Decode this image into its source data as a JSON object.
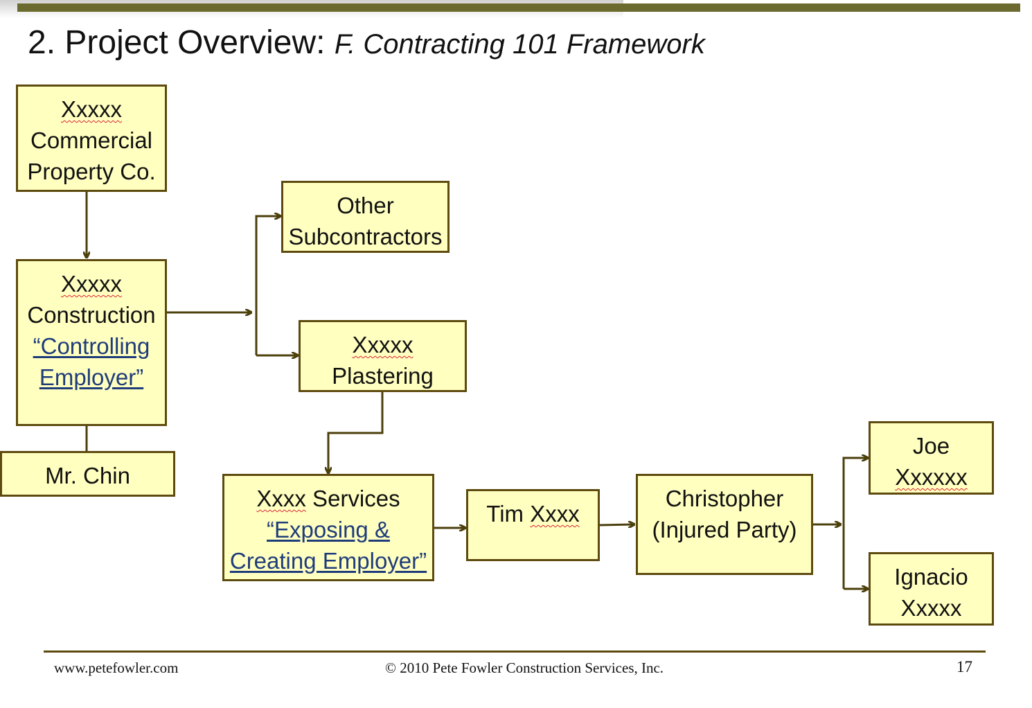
{
  "slide": {
    "title": "2. Project Overview:",
    "subtitle": "F.  Contracting 101 Framework",
    "footer_left": "www.petefowler.com",
    "footer_center": "© 2010 Pete Fowler Construction Services, Inc.",
    "page_number": "17"
  },
  "colors": {
    "box_fill": "#ffffc0",
    "box_border": "#5d4a0e",
    "arrow": "#4b3f0b",
    "link_text": "#1f3c7a",
    "top_bar": "#6b6a2f"
  },
  "nodes": {
    "owner": {
      "l1": "Xxxxx",
      "l2": "Commercial",
      "l3": "Property Co."
    },
    "gc": {
      "l1": "Xxxxx",
      "l2": "Construction",
      "l3": "“Controlling",
      "l4": "Employer”"
    },
    "chin": {
      "l1": "Mr. Chin"
    },
    "other": {
      "l1": "Other",
      "l2": "Subcontractors"
    },
    "plaster": {
      "l1": "Xxxxx",
      "l2": "Plastering"
    },
    "services": {
      "l1a": "Xxxx",
      "l1b": " Services",
      "l2": "“Exposing &",
      "l3": "Creating Employer”"
    },
    "tim": {
      "l1a": "Tim ",
      "l1b": "Xxxx"
    },
    "chris": {
      "l1": "Christopher",
      "l2": "(Injured Party)"
    },
    "joe": {
      "l1": "Joe",
      "l2": "Xxxxxx"
    },
    "ignacio": {
      "l1": "Ignacio",
      "l2": "Xxxxx"
    }
  }
}
